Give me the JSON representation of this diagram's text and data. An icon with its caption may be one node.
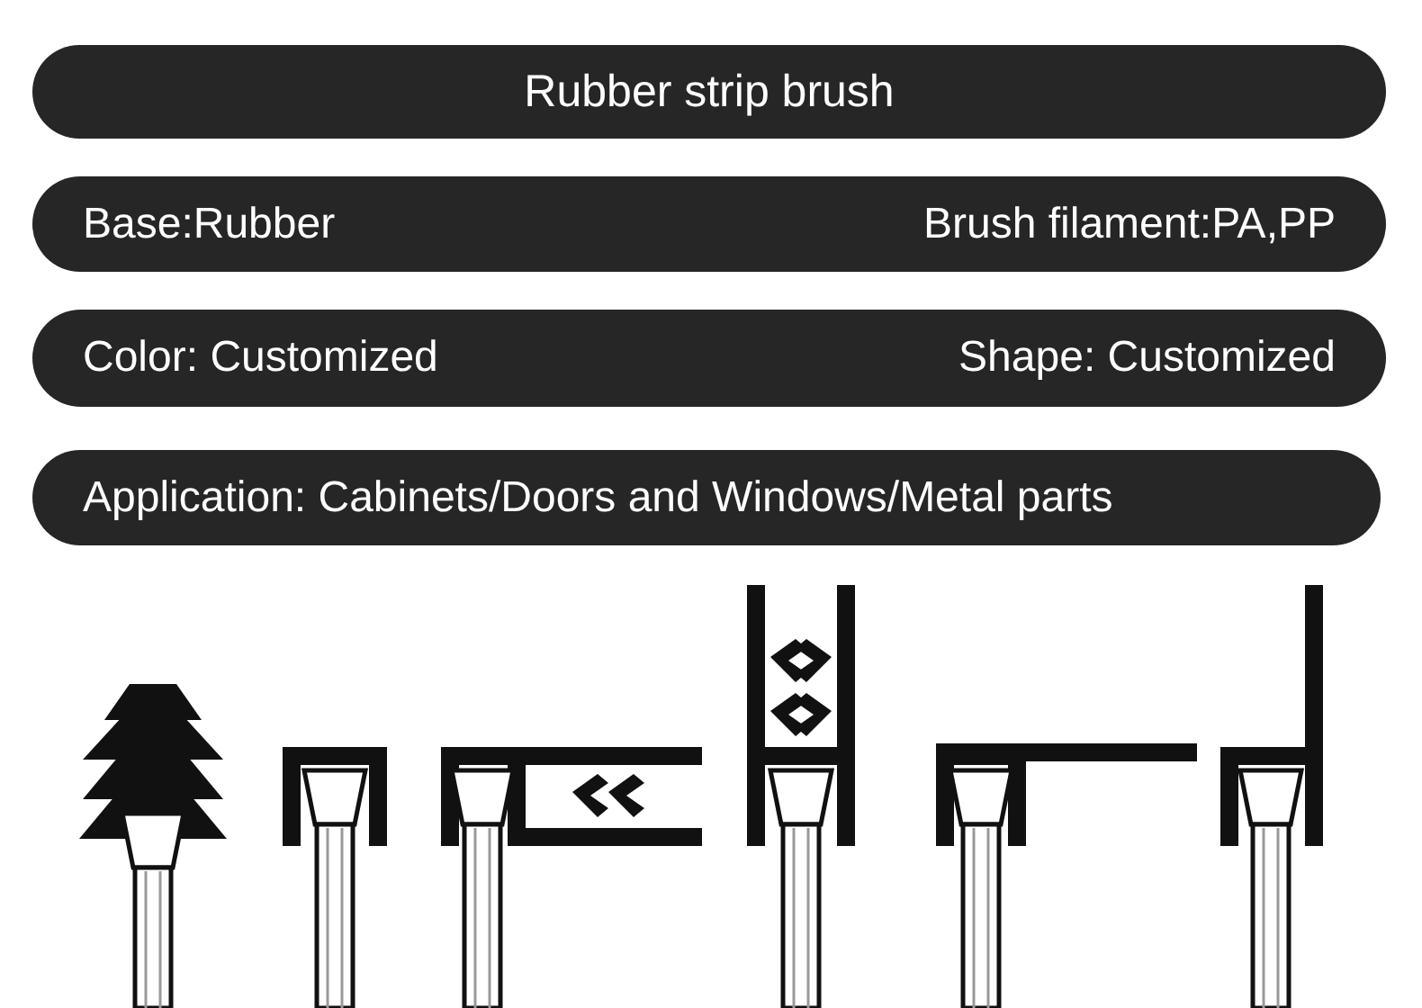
{
  "diagram": {
    "nodes": [
      {
        "text": [
          "Rubber strip brush"
        ]
      },
      {
        "text": [
          "Base:Rubber",
          "Brush filament:PA,PP"
        ]
      },
      {
        "text": [
          "Color: Customized",
          "Shape: Customized"
        ]
      },
      {
        "text": [
          "Application: Cabinets/Doors and Windows/Metal parts"
        ]
      }
    ]
  }
}
